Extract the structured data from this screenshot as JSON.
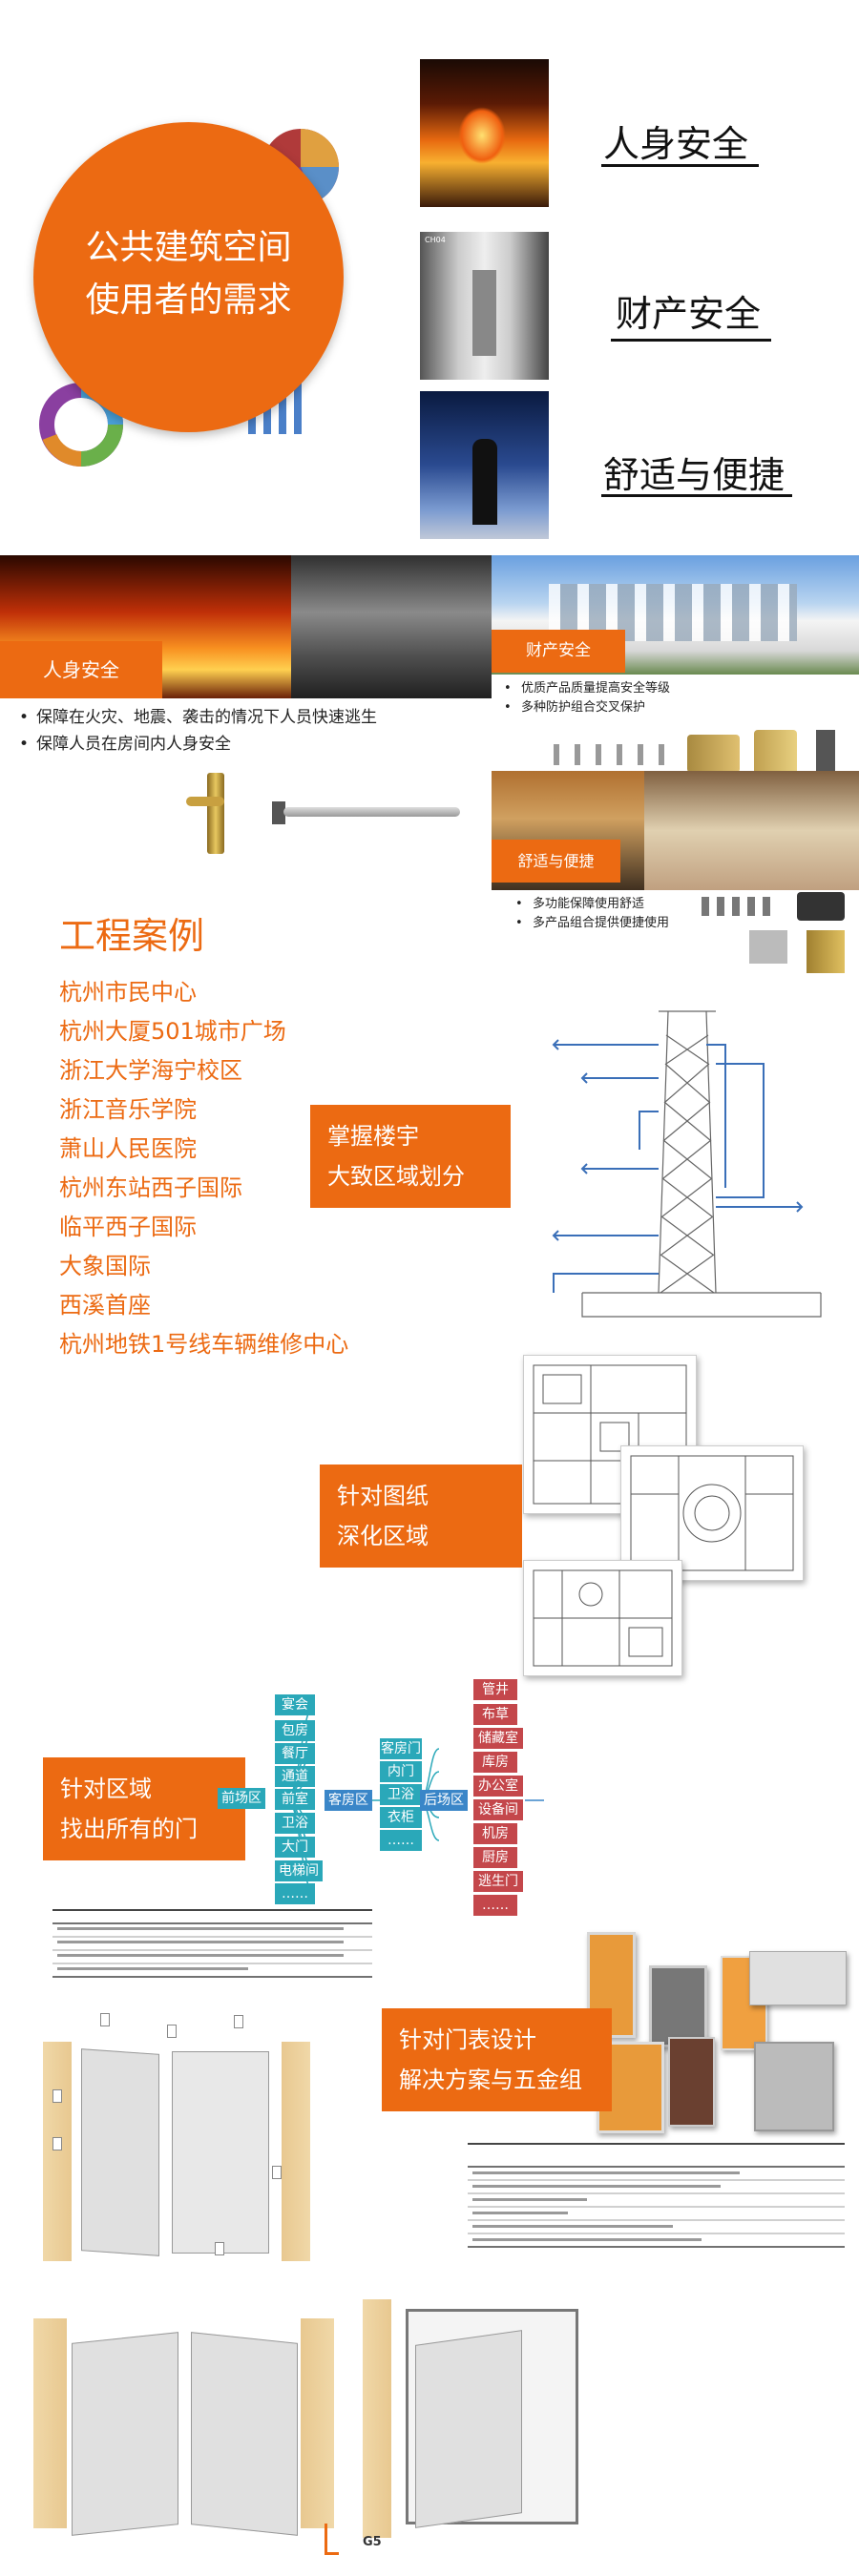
{
  "hero": {
    "circle_title_line1": "公共建筑空间",
    "circle_title_line2": "使用者的需求",
    "item1": "人身安全",
    "item2": "财产安全",
    "item3": "舒适与便捷"
  },
  "banner": {
    "personal_label": "人身安全",
    "property_label": "财产安全",
    "comfort_label": "舒适与便捷",
    "personal_points": [
      "保障在火灾、地震、袭击的情况下人员快速逃生",
      "保障人员在房间内人身安全"
    ],
    "property_points": [
      "优质产品质量提高安全等级",
      "多种防护组合交叉保护"
    ],
    "comfort_points": [
      "多功能保障使用舒适",
      "多产品组合提供便捷使用"
    ]
  },
  "projects": {
    "heading": "工程案例",
    "items": [
      "杭州市民中心",
      "杭州大厦501城市广场",
      "浙江大学海宁校区",
      "浙江音乐学院",
      "萧山人民医院",
      "杭州东站西子国际",
      "临平西子国际",
      "大象国际",
      "西溪首座",
      "杭州地铁1号线车辆维修中心"
    ],
    "tag_line1": "掌握楼宇",
    "tag_line2": "大致区域划分"
  },
  "drawings": {
    "tag_line1": "针对图纸",
    "tag_line2": "深化区域"
  },
  "zones": {
    "tag_line1": "针对区域",
    "tag_line2": "找出所有的门",
    "front": "前场区",
    "guest": "客房区",
    "back": "后场区",
    "front_items": [
      "宴会",
      "包房",
      "餐厅",
      "通道",
      "前室",
      "卫浴",
      "大门",
      "电梯间",
      "……"
    ],
    "guest_items": [
      "客房门",
      "内门",
      "卫浴",
      "衣柜",
      "……"
    ],
    "back_items": [
      "管井",
      "布草",
      "储藏室",
      "库房",
      "办公室",
      "设备间",
      "机房",
      "厨房",
      "逃生门",
      "……"
    ]
  },
  "hardware": {
    "tag_line1": "针对门表设计",
    "tag_line2": "解决方案与五金组",
    "footer_code": "G5"
  }
}
